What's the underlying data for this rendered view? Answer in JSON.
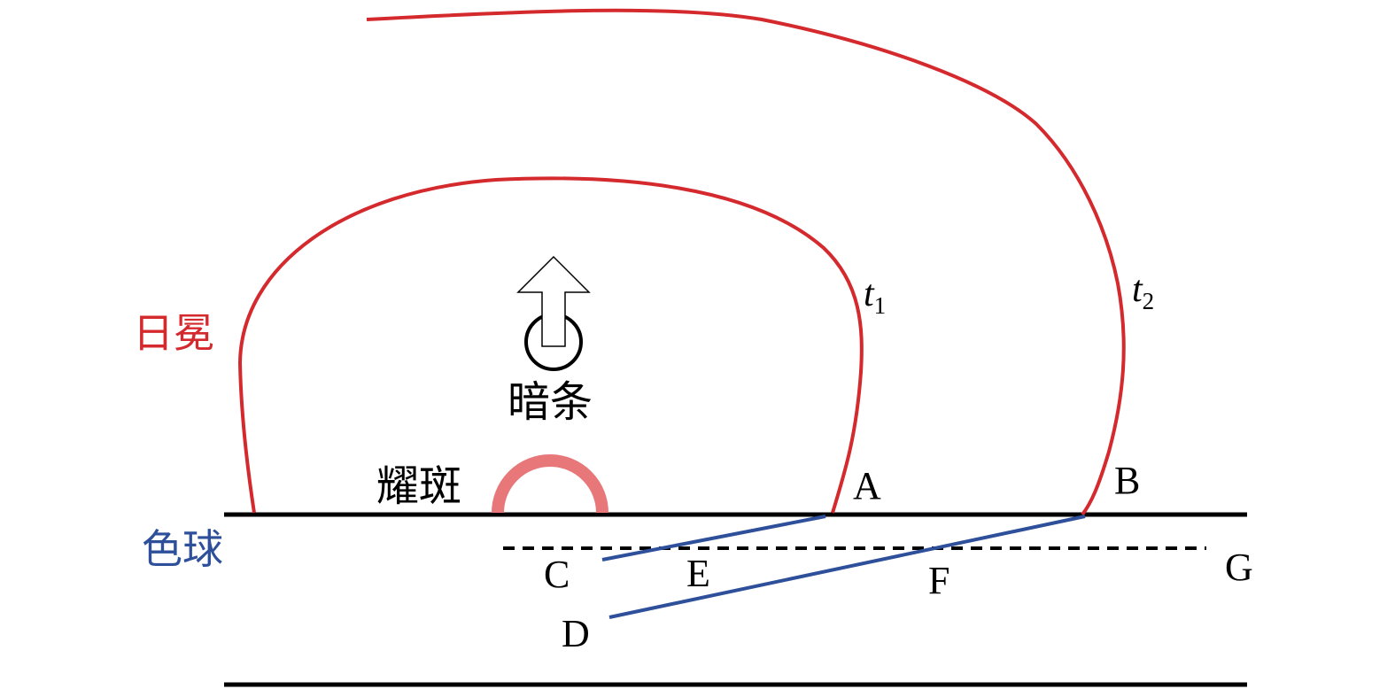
{
  "labels": {
    "corona": "日冕",
    "chromosphere": "色球",
    "filament": "暗条",
    "flare": "耀斑",
    "t1_main": "t",
    "t1_sub": "1",
    "t2_main": "t",
    "t2_sub": "2",
    "A": "A",
    "B": "B",
    "C": "C",
    "D": "D",
    "E": "E",
    "F": "F",
    "G": "G"
  },
  "colors": {
    "corona": "#d42a2e",
    "chromosphere": "#2e4f9a",
    "flare": "#e8777a",
    "ink": "#000000"
  }
}
